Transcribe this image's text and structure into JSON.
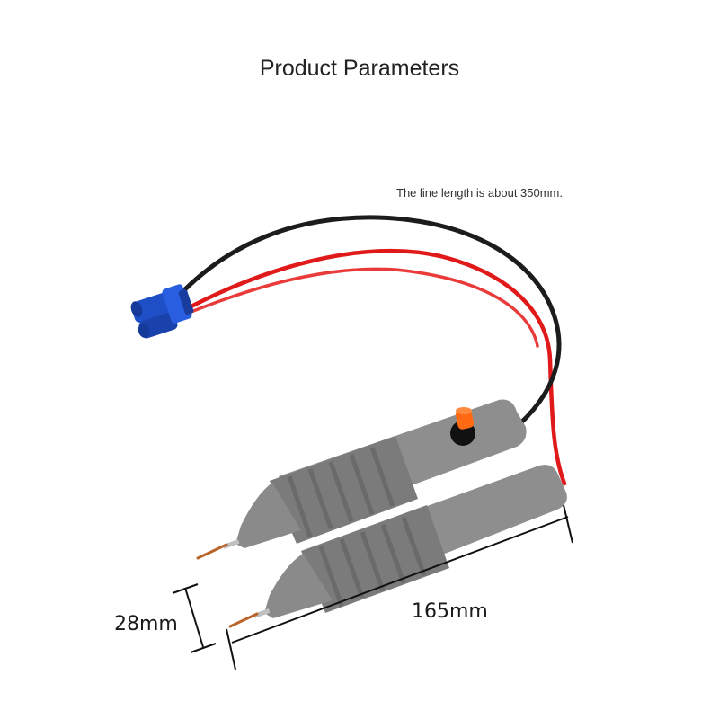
{
  "header": {
    "title": "Product Parameters"
  },
  "annotations": {
    "line_length_note": "The line length is about 350mm."
  },
  "dimensions": {
    "width_label": "28mm",
    "length_label": "165mm"
  },
  "colors": {
    "black_wire": "#1c1c1c",
    "red_wire": "#e01a1a",
    "connector_blue": "#1f4fc7",
    "pen_body": "#8c8c8c",
    "knob_orange": "#ff6a13",
    "tip_copper": "#b8642a"
  },
  "icons": [
    "ec5-connector-icon",
    "adjustment-knob-icon",
    "spot-welding-pen-icon"
  ]
}
